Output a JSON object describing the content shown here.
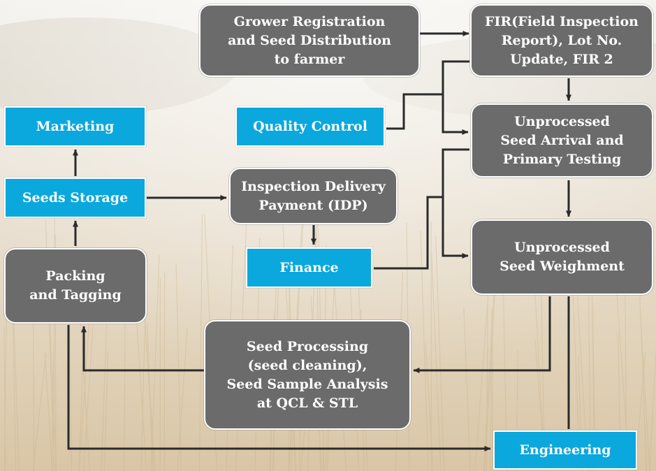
{
  "diagram": {
    "colors": {
      "process_box": "#6b6b6b",
      "department_box": "#0aa8dc",
      "text": "#ffffff",
      "arrow": "#2a2a2a"
    },
    "nodes": {
      "grower_registration": "Grower Registration\nand Seed Distribution\nto farmer",
      "fir": "FIR(Field Inspection\nReport), Lot No.\nUpdate, FIR 2",
      "quality_control": "Quality Control",
      "unprocessed_arrival": "Unprocessed\nSeed Arrival and\nPrimary Testing",
      "marketing": "Marketing",
      "seeds_storage": "Seeds Storage",
      "idp": "Inspection Delivery\nPayment (IDP)",
      "finance": "Finance",
      "unprocessed_weighment": "Unprocessed\nSeed Weighment",
      "packing_tagging": "Packing\nand Tagging",
      "seed_processing": "Seed Processing\n(seed cleaning),\nSeed Sample Analysis\nat QCL & STL",
      "engineering": "Engineering"
    },
    "edges": [
      {
        "from": "grower_registration",
        "to": "fir"
      },
      {
        "from": "fir",
        "to": "unprocessed_arrival"
      },
      {
        "from": "unprocessed_arrival",
        "to": "unprocessed_weighment"
      },
      {
        "from": "unprocessed_weighment",
        "to": "seed_processing"
      },
      {
        "from": "seed_processing",
        "to": "packing_tagging"
      },
      {
        "from": "packing_tagging",
        "to": "seeds_storage"
      },
      {
        "from": "seeds_storage",
        "to": "marketing"
      },
      {
        "from": "seeds_storage",
        "to": "idp"
      },
      {
        "from": "idp",
        "to": "finance"
      },
      {
        "from": "packing_tagging",
        "to": "engineering"
      },
      {
        "from": "quality_control",
        "to": "fir"
      },
      {
        "from": "quality_control",
        "to": "unprocessed_arrival"
      },
      {
        "from": "finance",
        "to": "unprocessed_arrival"
      },
      {
        "from": "finance",
        "to": "unprocessed_weighment"
      },
      {
        "from": "engineering",
        "to": "unprocessed_weighment"
      }
    ]
  }
}
